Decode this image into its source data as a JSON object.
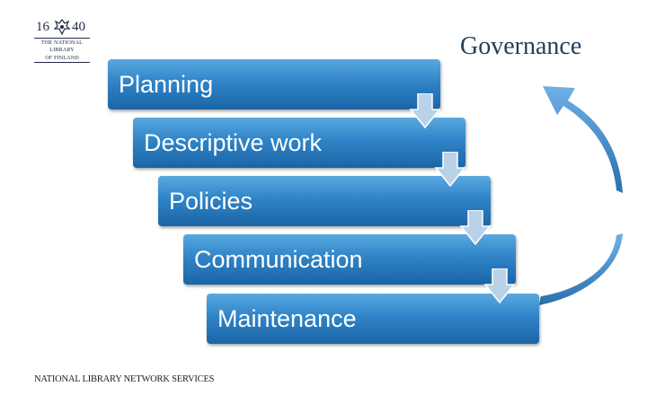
{
  "logo": {
    "year_left": "16",
    "year_right": "40",
    "line1": "THE NATIONAL",
    "line2": "LIBRARY",
    "line3": "OF FINLAND"
  },
  "title": "Governance",
  "steps": [
    {
      "label": "Planning"
    },
    {
      "label": "Descriptive work"
    },
    {
      "label": "Policies"
    },
    {
      "label": "Communication"
    },
    {
      "label": "Maintenance"
    }
  ],
  "footer": "NATIONAL LIBRARY NETWORK SERVICES",
  "colors": {
    "box_top": "#5aa9e0",
    "box_bottom": "#1b65a6",
    "arrow": "#b9d2e8",
    "curve": "#4a8ccd"
  }
}
